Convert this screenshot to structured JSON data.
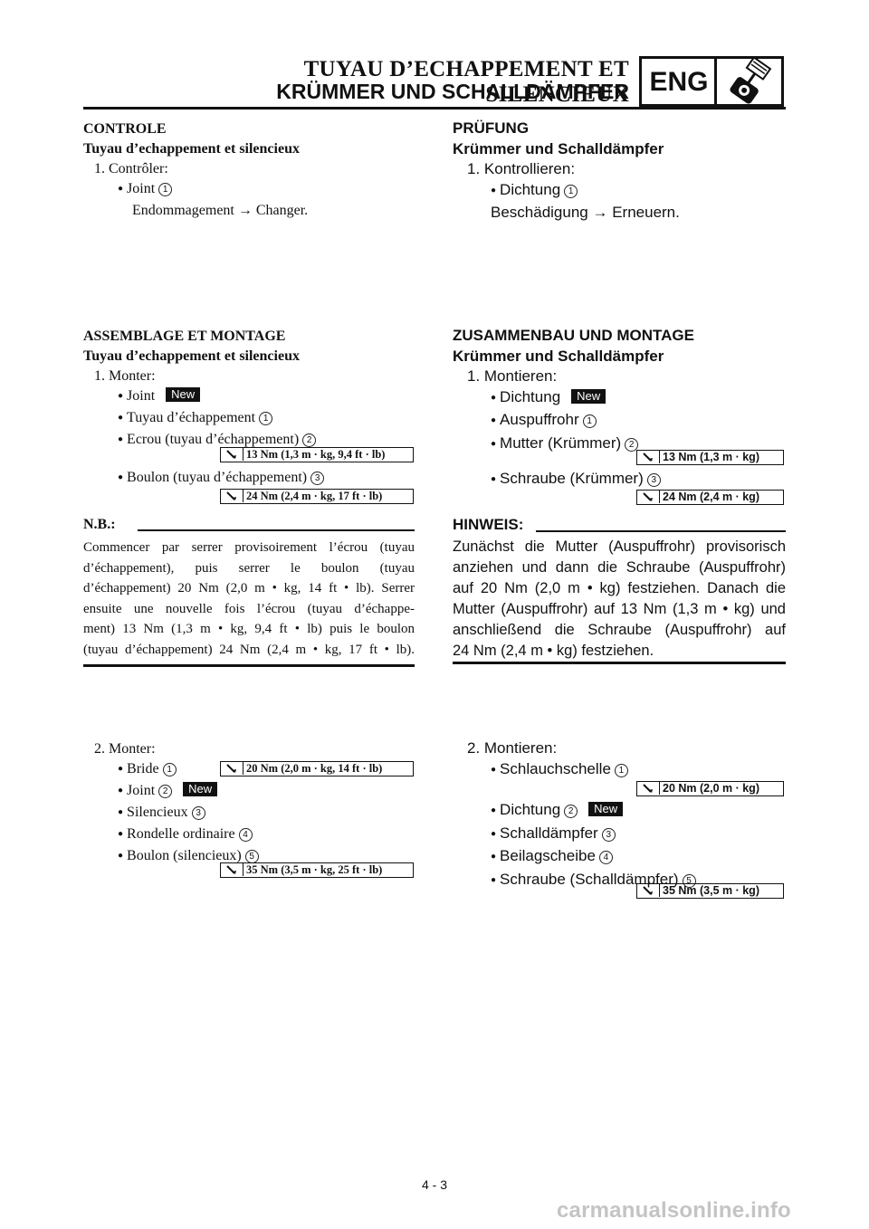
{
  "header": {
    "title_fr": "TUYAU D’ECHAPPEMENT ET SILENCIEUX",
    "title_de": "KRÜMMER UND SCHALLDÄMPFER",
    "section_badge": "ENG",
    "section_icon": "engine-piston-icon"
  },
  "fr": {
    "controle": {
      "heading": "CONTROLE",
      "subheading": "Tuyau d’echappement et silencieux",
      "step1": "1. Contrôler:",
      "item1": "Joint",
      "item1_num": "1",
      "action": "Endommagement → Changer."
    },
    "assemblage": {
      "heading": "ASSEMBLAGE ET MONTAGE",
      "subheading": "Tuyau d’echappement et silencieux",
      "step1": "1. Monter:",
      "items": [
        "Joint",
        "Tuyau d’échappement",
        "Ecrou (tuyau d’échappement)",
        "Boulon (tuyau d’échappement)"
      ],
      "nums": [
        "1",
        "2",
        "3"
      ],
      "new_tag": "New",
      "torque1": "13 Nm (1,3 m · kg, 9,4 ft · lb)",
      "torque2": "24 Nm (2,4 m · kg, 17 ft · lb)",
      "nb_label": "N.B.:",
      "nb_lines": [
        "Commencer par serrer provisoirement l’écrou (tuyau",
        "d’échappement), puis serrer le boulon (tuyau",
        "d’échappement) 20 Nm (2,0 m • kg, 14 ft • lb). Serrer",
        "ensuite une nouvelle fois l’écrou (tuyau d’échappe-",
        "ment) 13 Nm (1,3 m • kg, 9,4 ft • lb) puis le boulon",
        "(tuyau d’échappement) 24 Nm (2,4 m • kg, 17 ft • lb)."
      ],
      "step2": "2. Monter:",
      "items2": [
        "Bride",
        "Joint",
        "Silencieux",
        "Rondelle ordinaire",
        "Boulon (silencieux)"
      ],
      "nums2": [
        "1",
        "2",
        "3",
        "4",
        "5"
      ],
      "torque3": "20 Nm (2,0 m · kg, 14 ft · lb)",
      "torque4": "35 Nm (3,5 m · kg, 25 ft · lb)"
    }
  },
  "de": {
    "pruefung": {
      "heading": "PRÜFUNG",
      "subheading": "Krümmer und Schalldämpfer",
      "step1": "1. Kontrollieren:",
      "item1": "Dichtung",
      "item1_num": "1",
      "action": "Beschädigung → Erneuern."
    },
    "zusammenbau": {
      "heading": "ZUSAMMENBAU UND MONTAGE",
      "subheading": "Krümmer und Schalldämpfer",
      "step1": "1. Montieren:",
      "items": [
        "Dichtung",
        "Auspuffrohr",
        "Mutter (Krümmer)",
        "Schraube (Krümmer)"
      ],
      "nums": [
        "1",
        "2",
        "3"
      ],
      "new_tag": "New",
      "torque1": "13 Nm (1,3 m · kg)",
      "torque2": "24 Nm (2,4 m · kg)",
      "hinweis_label": "HINWEIS:",
      "hinweis_lines": [
        "Zunächst die Mutter (Auspuffrohr) provisorisch",
        "anziehen und dann die Schraube (Auspuffrohr)",
        "auf 20 Nm (2,0 m • kg) festziehen. Danach die",
        "Mutter (Auspuffrohr) auf 13 Nm (1,3 m • kg) und",
        "anschließend die Schraube (Auspuffrohr) auf",
        "24 Nm (2,4 m • kg) festziehen."
      ],
      "step2": "2. Montieren:",
      "items2": [
        "Schlauchschelle",
        "Dichtung",
        "Schalldämpfer",
        "Beilagscheibe",
        "Schraube (Schalldämpfer)"
      ],
      "nums2": [
        "1",
        "2",
        "3",
        "4",
        "5"
      ],
      "torque3": "20 Nm (2,0 m · kg)",
      "torque4": "35 Nm (3,5 m · kg)"
    }
  },
  "footer": {
    "page_number": "4 - 3",
    "watermark": "carmanualsonline.info"
  }
}
